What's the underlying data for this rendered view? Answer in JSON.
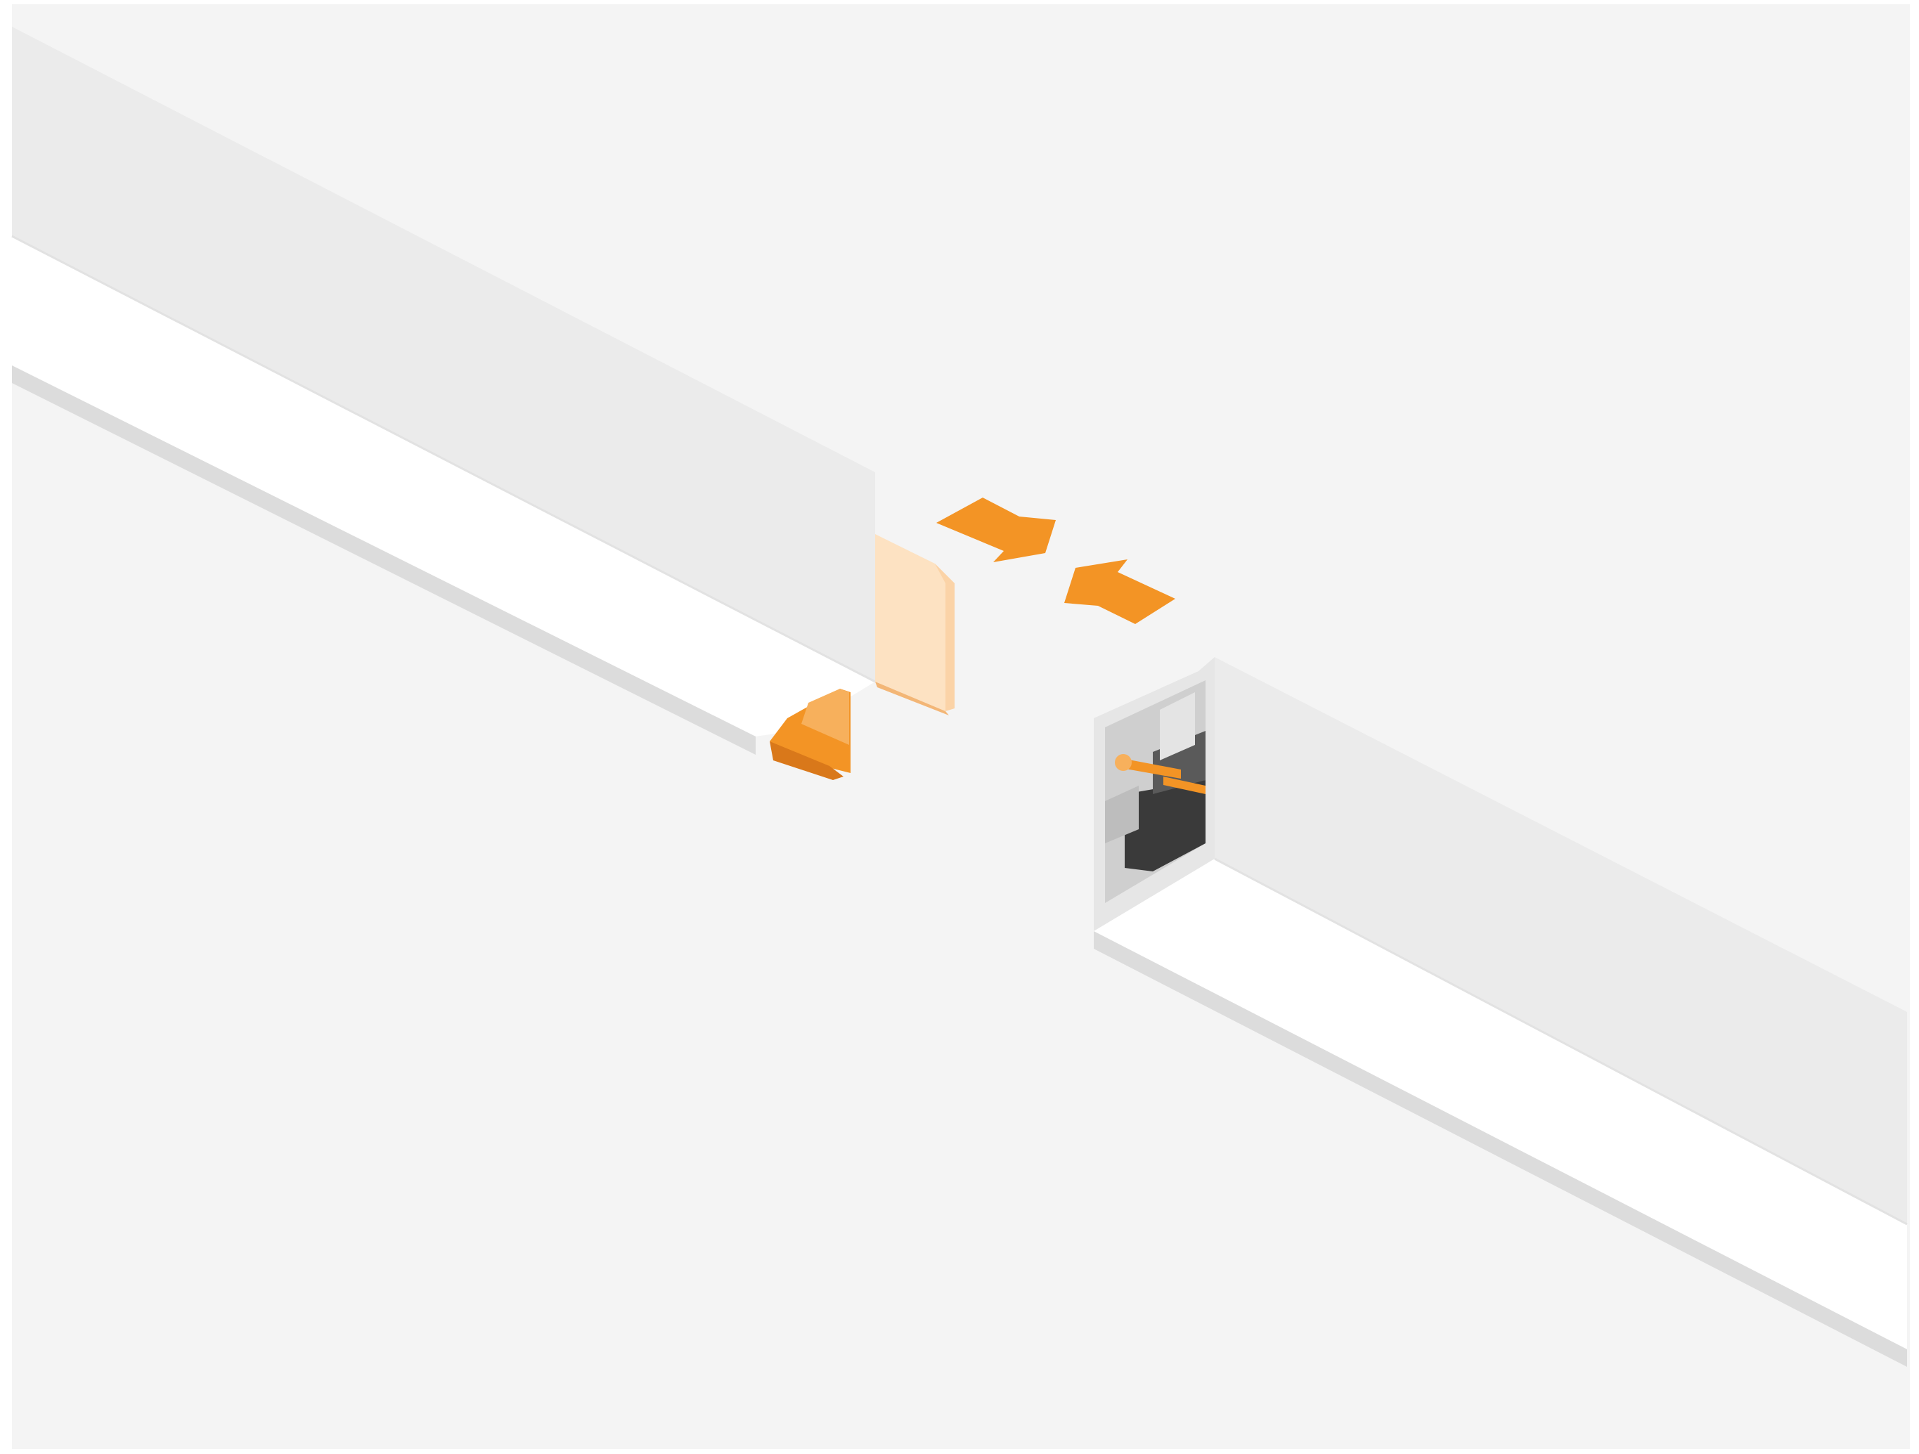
{
  "colors": {
    "page": "#ffffff",
    "canvas": "#f4f4f4",
    "profile_top": "#ebebeb",
    "profile_side": "#f9f9f9",
    "diffuser": "#ffffff",
    "profile_edge": "#dcdcdc",
    "accent": "#f39425",
    "accent_light": "#fde2c2",
    "accent_dark": "#d9781a",
    "profile_interior": "#d2d2d2",
    "profile_interior_dark": "#2e2e2e"
  },
  "illustration": {
    "left_profile": "profile-end-with-connector",
    "right_profile": "profile-open-end",
    "connector_plate": "connector-plate",
    "arrows": [
      "arrow-right-icon",
      "arrow-left-icon"
    ]
  }
}
